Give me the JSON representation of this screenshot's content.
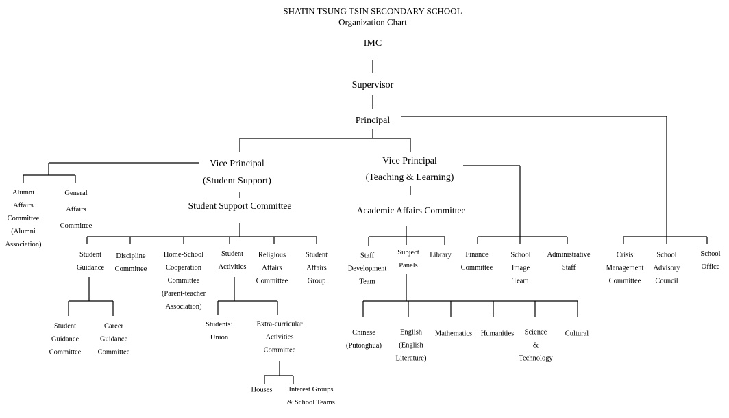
{
  "header": {
    "school_name": "SHATIN TSUNG TSIN SECONDARY SCHOOL",
    "chart_title": "Organization Chart"
  },
  "top": {
    "imc": "IMC",
    "supervisor": "Supervisor",
    "principal": "Principal"
  },
  "vp_support": {
    "title": "Vice Principal",
    "subtitle": "(Student Support)",
    "committee": "Student Support Committee"
  },
  "vp_teaching": {
    "title": "Vice Principal",
    "subtitle": "(Teaching & Learning)",
    "committee": "Academic Affairs Committee"
  },
  "support_side": {
    "alumni": [
      "Alumni",
      "Affairs",
      "Committee",
      "(Alumni",
      "Association)"
    ],
    "general": [
      "General",
      "Affairs",
      "Committee"
    ]
  },
  "support_units": {
    "student_guidance": [
      "Student",
      "Guidance"
    ],
    "discipline": [
      "Discipline",
      "Committee"
    ],
    "home_school": [
      "Home-School",
      "Cooperation",
      "Committee",
      "(Parent-teacher",
      "Association)"
    ],
    "student_activities": [
      "Student",
      "Activities"
    ],
    "religious": [
      "Religious",
      "Affairs",
      "Committee"
    ],
    "student_affairs": [
      "Student",
      "Affairs",
      "Group"
    ]
  },
  "guidance_units": {
    "student_guidance_committee": [
      "Student",
      "Guidance",
      "Committee"
    ],
    "career_guidance_committee": [
      "Career",
      "Guidance",
      "Committee"
    ]
  },
  "activities_units": {
    "students_union": [
      "Students’",
      "Union"
    ],
    "eca_committee": [
      "Extra-curricular",
      "Activities",
      "Committee"
    ]
  },
  "eca_units": {
    "houses": [
      "Houses"
    ],
    "interest_groups": [
      "Interest Groups",
      "& School Teams"
    ]
  },
  "academic_units": {
    "staff_dev": [
      "Staff",
      "Development",
      "Team"
    ],
    "subject_panels": [
      "Subject",
      "Panels"
    ],
    "library": [
      "Library"
    ]
  },
  "subjects": {
    "chinese": [
      "Chinese",
      "(Putonghua)"
    ],
    "english": [
      "English",
      "(English",
      "Literature)"
    ],
    "mathematics": [
      "Mathematics"
    ],
    "humanities": [
      "Humanities"
    ],
    "science": [
      "Science",
      "&",
      "Technology"
    ],
    "cultural": [
      "Cultural"
    ]
  },
  "teaching_side": {
    "finance": [
      "Finance",
      "Committee"
    ],
    "image": [
      "School",
      "Image",
      "Team"
    ],
    "admin": [
      "Administrative",
      "Staff"
    ]
  },
  "principal_side": {
    "crisis": [
      "Crisis",
      "Management",
      "Committee"
    ],
    "advisory": [
      "School",
      "Advisory",
      "Council"
    ],
    "office": [
      "School",
      "Office"
    ]
  }
}
